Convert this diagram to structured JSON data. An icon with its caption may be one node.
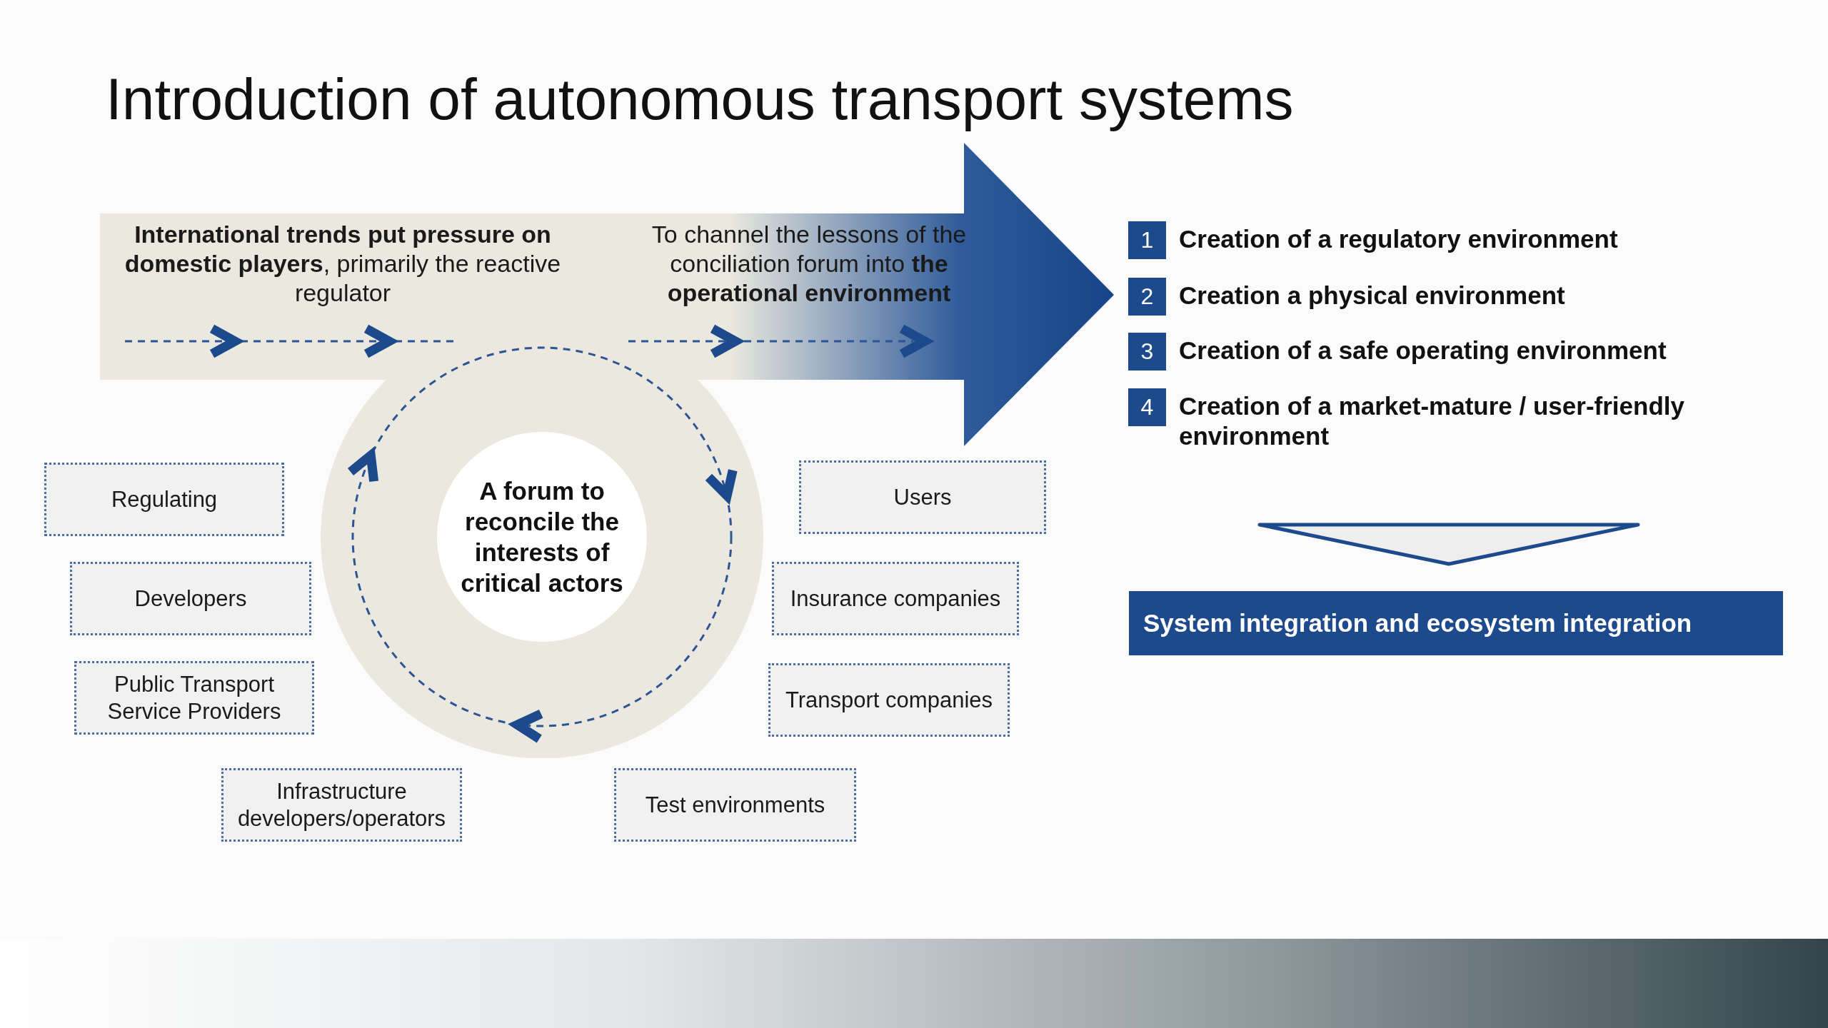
{
  "diagram": {
    "title": "Introduction of autonomous transport systems",
    "nodes": [
      {
        "text": [
          "**International trends put pressure on domestic players**, primarily the reactive regulator",
          "To channel the lessons of the conciliation forum into **the operational environment**"
        ]
      },
      {
        "text": [
          "A forum to reconcile the interests of critical actors"
        ]
      },
      {
        "text": [
          "Regulating"
        ]
      },
      {
        "text": [
          "Developers"
        ]
      },
      {
        "text": [
          "Public Transport Service Providers"
        ]
      },
      {
        "text": [
          "Infrastructure developers/operators"
        ]
      },
      {
        "text": [
          "Users"
        ]
      },
      {
        "text": [
          "Insurance companies"
        ]
      },
      {
        "text": [
          "Transport companies"
        ]
      },
      {
        "text": [
          "Test environments"
        ]
      },
      {
        "text": [
          "1"
        ],
        "beside": [
          "Creation of a regulatory environment"
        ]
      },
      {
        "text": [
          "2"
        ],
        "beside": [
          "Creation a physical environment"
        ]
      },
      {
        "text": [
          "3"
        ],
        "beside": [
          "Creation of a safe operating environment"
        ]
      },
      {
        "text": [
          "4"
        ],
        "beside": [
          "Creation of a market-mature / user-friendly environment"
        ]
      },
      {
        "text": [],
        "shape": "triangle"
      },
      {
        "text": [
          "System integration and ecosystem integration"
        ]
      }
    ]
  }
}
